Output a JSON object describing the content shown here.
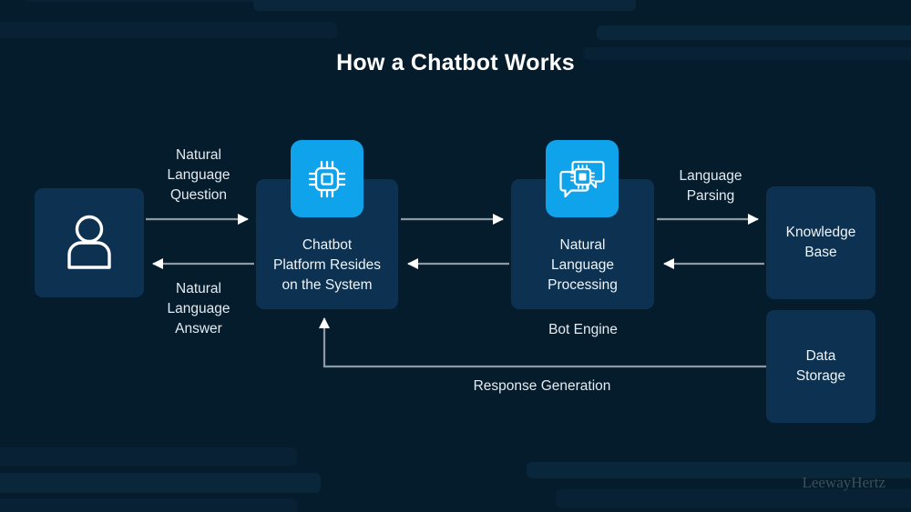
{
  "title": "How a Chatbot Works",
  "watermark": "LeewayHertz",
  "theme": {
    "background": "#051c2c",
    "node_fill": "#0d3150",
    "accent_blue": "#0fa3eb",
    "edge_line": "#8d9aa5",
    "arrow_head": "#ffffff",
    "text": "#eef4f8",
    "watermark_color": "#3b4f5e"
  },
  "nodes": [
    {
      "id": "user",
      "label": "",
      "icon": "user-icon"
    },
    {
      "id": "chatbot",
      "label": "Chatbot\nPlatform Resides\non the System",
      "icon": "chip-icon"
    },
    {
      "id": "nlp",
      "label": "Natural\nLanguage\nProcessing",
      "icon": "chat-chip-icon"
    },
    {
      "id": "kb",
      "label": "Knowledge\nBase",
      "icon": ""
    },
    {
      "id": "ds",
      "label": "Data\nStorage",
      "icon": ""
    }
  ],
  "edge_labels": {
    "natural_language_question": "Natural\nLanguage\nQuestion",
    "natural_language_answer": "Natural\nLanguage\nAnswer",
    "language_parsing": "Language\nParsing",
    "bot_engine": "Bot Engine",
    "response_generation": "Response Generation"
  },
  "edges": [
    {
      "from": "user",
      "to": "chatbot",
      "label": "Natural Language Question",
      "direction": "right"
    },
    {
      "from": "chatbot",
      "to": "user",
      "label": "Natural Language Answer",
      "direction": "left"
    },
    {
      "from": "chatbot",
      "to": "nlp",
      "label": "",
      "direction": "right"
    },
    {
      "from": "nlp",
      "to": "chatbot",
      "label": "",
      "direction": "left"
    },
    {
      "from": "nlp",
      "to": "kb",
      "label": "Language Parsing",
      "direction": "right"
    },
    {
      "from": "kb",
      "to": "nlp",
      "label": "",
      "direction": "left"
    },
    {
      "from": "ds",
      "to": "chatbot",
      "label": "Response Generation",
      "direction": "left-up"
    }
  ]
}
